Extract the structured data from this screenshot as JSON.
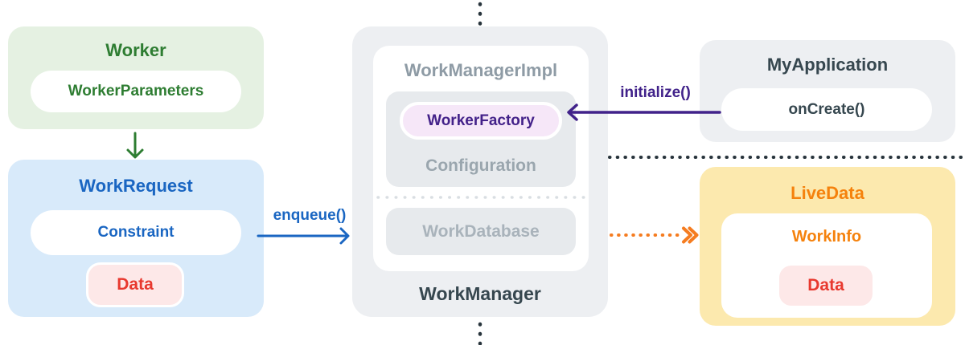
{
  "diagram": {
    "worker": {
      "title": "Worker",
      "parameters": "WorkerParameters"
    },
    "work_request": {
      "title": "WorkRequest",
      "constraint": "Constraint",
      "data": "Data"
    },
    "work_manager": {
      "title": "WorkManager",
      "impl": "WorkManagerImpl",
      "worker_factory": "WorkerFactory",
      "configuration": "Configuration",
      "work_database": "WorkDatabase"
    },
    "my_application": {
      "title": "MyApplication",
      "on_create": "onCreate()"
    },
    "live_data": {
      "title": "LiveData",
      "work_info": "WorkInfo",
      "data": "Data"
    },
    "edges": {
      "enqueue": "enqueue()",
      "initialize": "initialize()"
    },
    "colors": {
      "green_text": "#2e7d32",
      "green_bg": "#e5f1e2",
      "blue_text": "#1a66c2",
      "blue_bg": "#d8eafa",
      "red_text": "#e8392f",
      "pink_bg": "#fde8e8",
      "purple_text": "#432189",
      "lavender_bg": "#f6e7f8",
      "orange_text": "#f5820d",
      "yellow_bg": "#fce9ae",
      "gray_bg": "#edeff2",
      "gray_sub_bg": "#e7eaed",
      "muted_gray_text": "#8e9ba5",
      "dark_text": "#36474f",
      "dot_dark": "#28343c",
      "dot_orange": "#f57c20"
    }
  }
}
